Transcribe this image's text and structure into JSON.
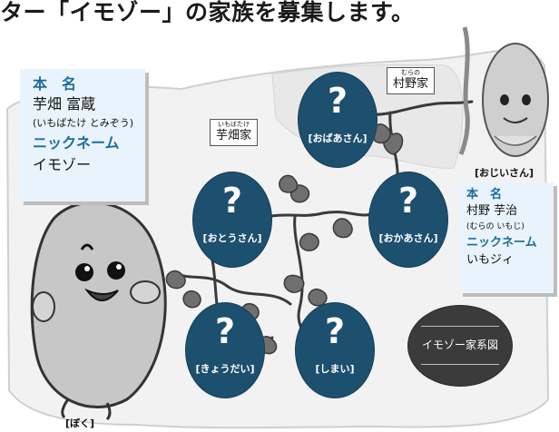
{
  "headline": "ター「イモゾー」の家族を募集します。",
  "nodes": {
    "grandmother": {
      "q": "?",
      "label": "[おばあさん]"
    },
    "father": {
      "q": "?",
      "label": "[おとうさん]"
    },
    "mother": {
      "q": "?",
      "label": "[おかあさん]"
    },
    "brother": {
      "q": "?",
      "label": "[きょうだい]"
    },
    "sister": {
      "q": "?",
      "label": "[しまい]"
    }
  },
  "surnames": {
    "murano": {
      "ruby": "むらの",
      "name": "村野家"
    },
    "imobatake": {
      "ruby": "いもばたけ",
      "name": "芋畑家"
    }
  },
  "card_boku": {
    "heading_name": "本　名",
    "real_name": "芋畑 富蔵",
    "reading": "(いもばたけ とみぞう)",
    "heading_nick": "ニックネーム",
    "nickname": "イモゾー"
  },
  "card_ojii": {
    "heading_name": "本　名",
    "real_name": "村野 芋治",
    "reading": "(むらの いもじ)",
    "heading_nick": "ニックネーム",
    "nickname": "いもジィ"
  },
  "roles": {
    "ojiisan": "[おじいさん]",
    "boku": "[ぼく]"
  },
  "legend": "イモゾー家系図",
  "colors": {
    "node_fill": "#1d4f6e",
    "card_bg": "#e9f3fb",
    "heading_blue": "#1d6c9c",
    "leaf": "#6f6f6f",
    "map_bg": "#f2f2f2"
  }
}
